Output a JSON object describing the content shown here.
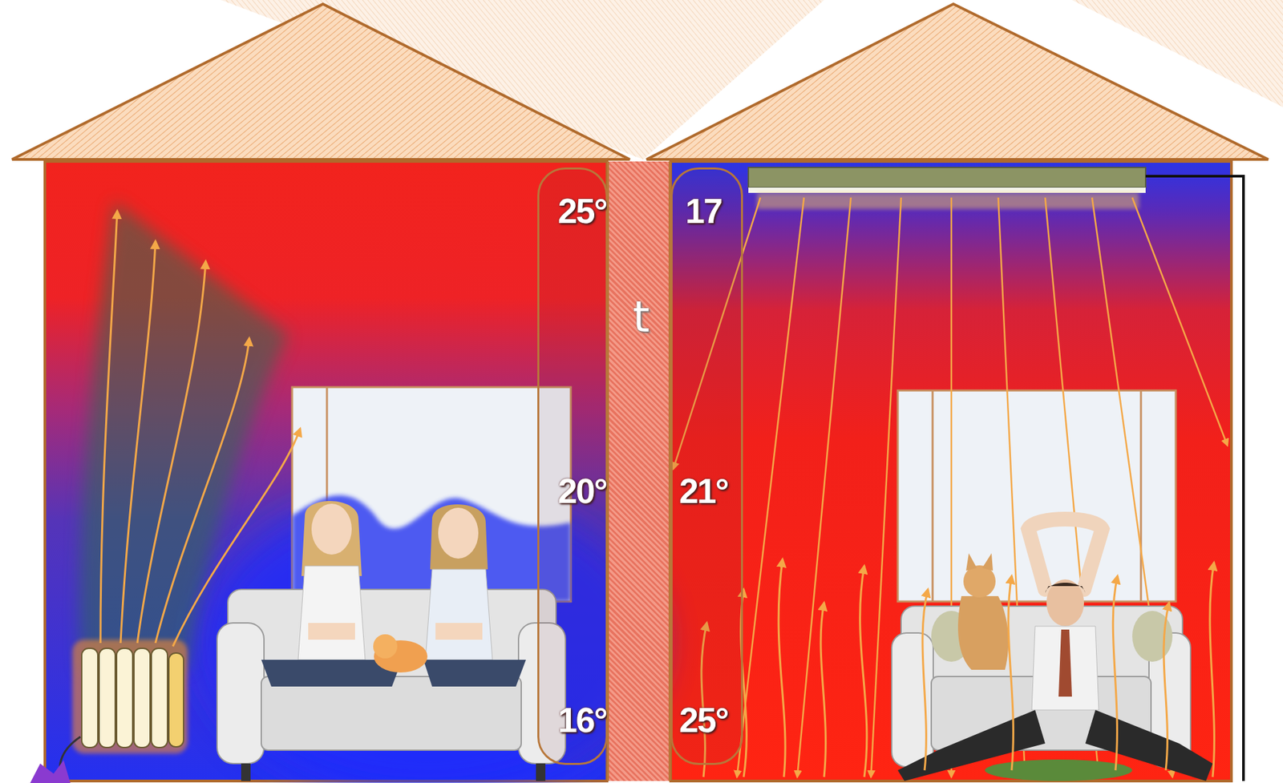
{
  "diagram": {
    "nodes": [
      {
        "text": [
          "25°",
          "20°",
          "16°"
        ]
      },
      {
        "text": [
          "t"
        ]
      },
      {
        "text": [
          "17",
          "21°",
          "25°"
        ]
      }
    ]
  }
}
